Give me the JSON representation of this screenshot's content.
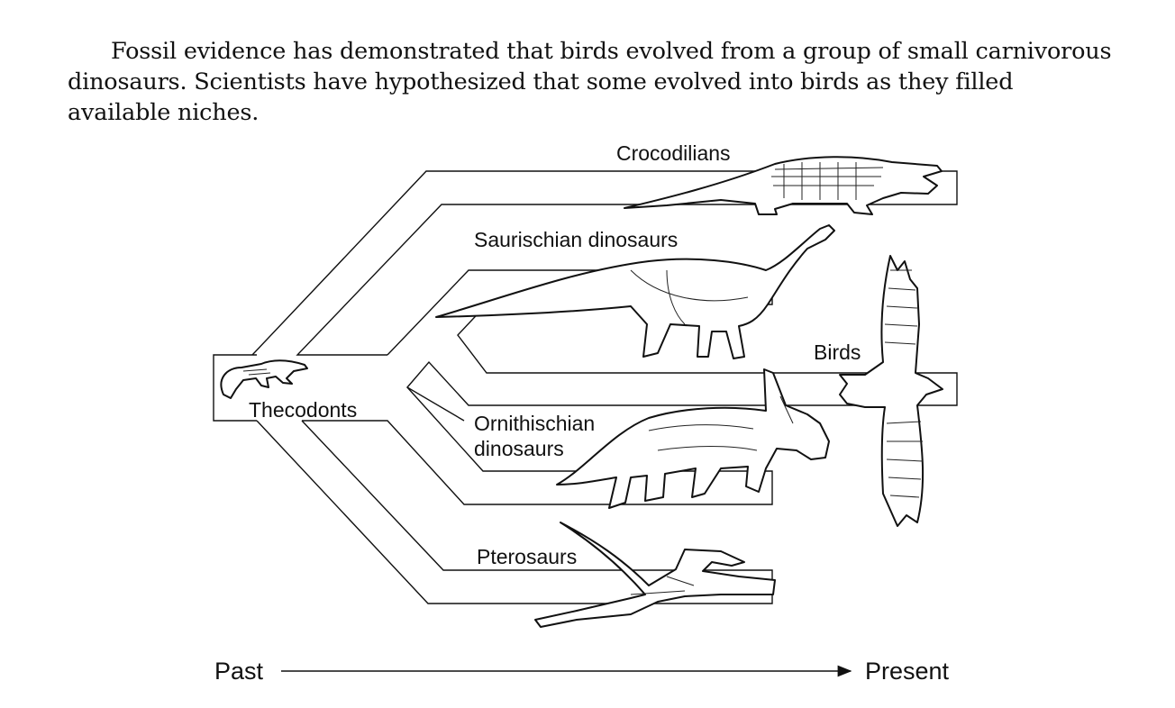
{
  "passage": {
    "text": "Fossil evidence has demonstrated that birds evolved from a group of small carnivorous dinosaurs. Scientists have hypothesized that some evolved into birds as they filled available niches."
  },
  "diagram": {
    "groups": {
      "root": "Thecodonts",
      "crocodilians": "Crocodilians",
      "saurischian": "Saurischian dinosaurs",
      "birds": "Birds",
      "ornithischian_line1": "Ornithischian",
      "ornithischian_line2": "dinosaurs",
      "pterosaurs": "Pterosaurs"
    },
    "timeline": {
      "start": "Past",
      "end": "Present"
    },
    "icons": [
      "thecodont-icon",
      "crocodile-icon",
      "sauropod-icon",
      "eagle-icon",
      "ceratopsian-icon",
      "pterosaur-icon"
    ]
  }
}
